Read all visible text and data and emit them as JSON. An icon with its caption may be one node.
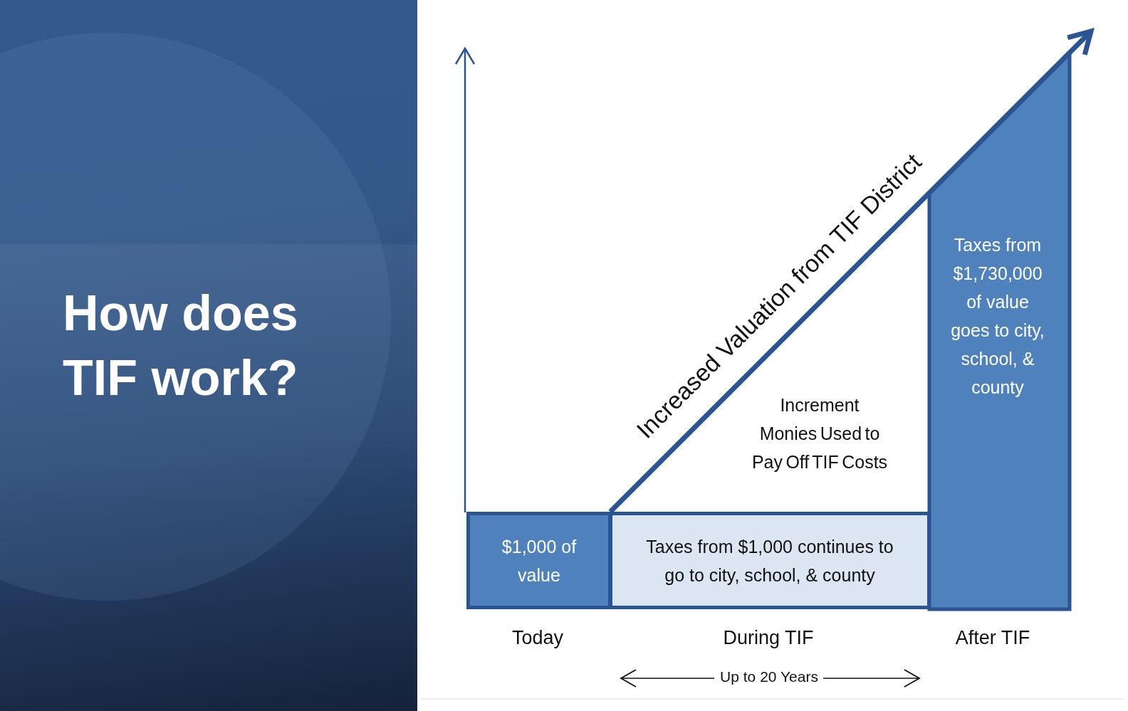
{
  "diagram": {
    "title": "How does TIF work?",
    "nodes": [
      {
        "text": [
          "$1,000 of value"
        ]
      },
      {
        "text": [
          "Taxes from $1,000 continues to go to city, school, & county"
        ]
      },
      {
        "text": [
          "Taxes from $1,730,000 of value goes to city, school, & county"
        ]
      }
    ],
    "edges": [
      {
        "from": 0,
        "to": 2,
        "arrow": "to",
        "label": "Increased Valuation from TIF District"
      }
    ],
    "labels": [
      "Increment Monies Used to Pay Off TIF Costs",
      "Today",
      "During TIF",
      "After TIF",
      "Up to 20 Years"
    ]
  }
}
